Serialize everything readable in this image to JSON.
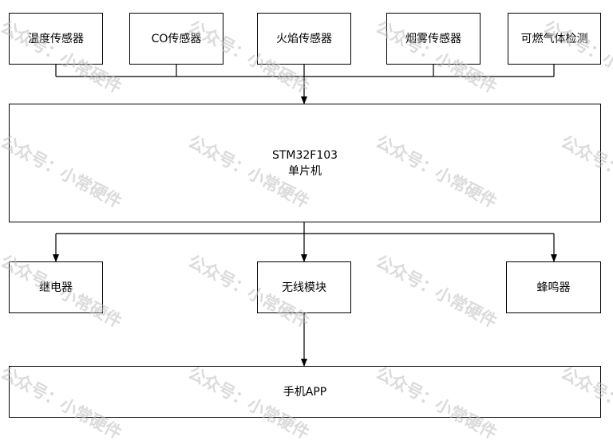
{
  "sensors": [
    {
      "label": "温度传感器"
    },
    {
      "label": "CO传感器"
    },
    {
      "label": "火焰传感器"
    },
    {
      "label": "烟雾传感器"
    },
    {
      "label": "可燃气体检测"
    }
  ],
  "mcu": {
    "line1": "STM32F103",
    "line2": "单片机"
  },
  "outputs": [
    {
      "label": "继电器"
    },
    {
      "label": "无线模块"
    },
    {
      "label": "蜂鸣器"
    }
  ],
  "app": {
    "label": "手机APP"
  },
  "watermark": {
    "text": "公众号：小常硬件"
  },
  "colors": {
    "stroke": "#000000",
    "watermark": "#bfbfbf"
  }
}
